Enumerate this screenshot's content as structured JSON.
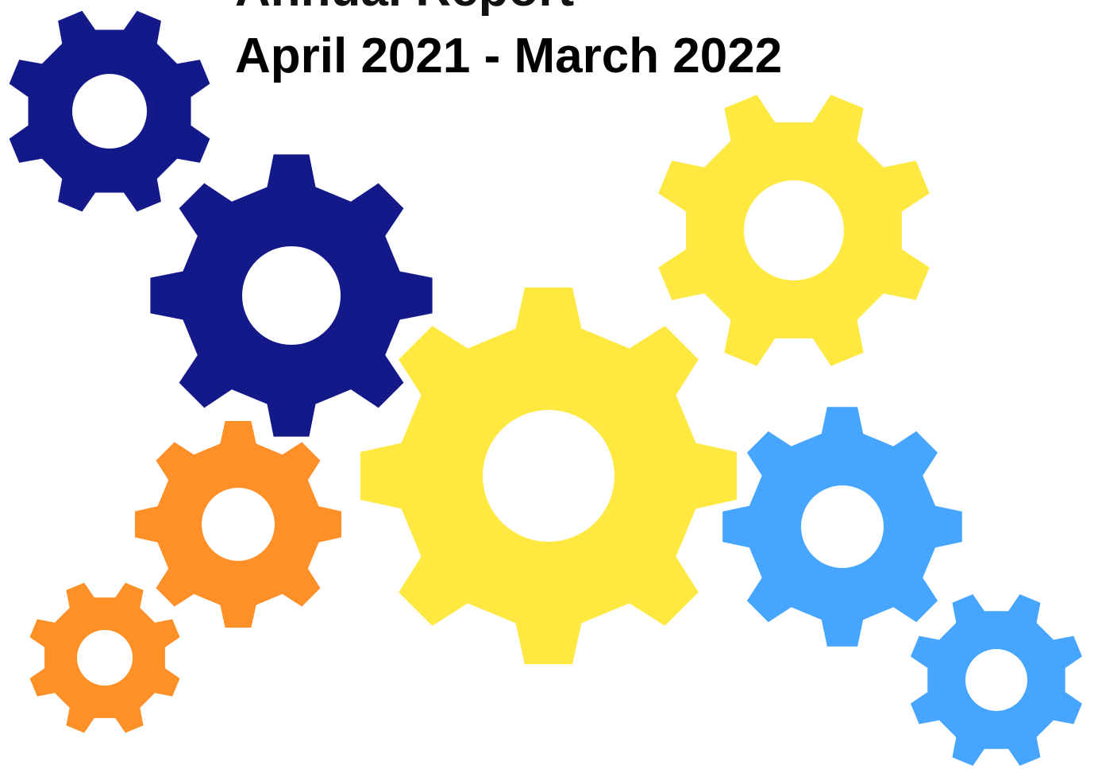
{
  "header": {
    "title": "Annual Report",
    "subtitle": "April 2021 - March 2022"
  },
  "colors": {
    "navy": "#14198A",
    "yellow": "#FFE83F",
    "orange": "#FF9028",
    "blue": "#46A5FF",
    "background": "#FFFFFF"
  },
  "gears": [
    {
      "name": "gear-navy-small",
      "color": "navy"
    },
    {
      "name": "gear-navy-large",
      "color": "navy"
    },
    {
      "name": "gear-yellow-upper",
      "color": "yellow"
    },
    {
      "name": "gear-yellow-center",
      "color": "yellow"
    },
    {
      "name": "gear-orange-medium",
      "color": "orange"
    },
    {
      "name": "gear-orange-small",
      "color": "orange"
    },
    {
      "name": "gear-blue-medium",
      "color": "blue"
    },
    {
      "name": "gear-blue-small",
      "color": "blue"
    }
  ]
}
